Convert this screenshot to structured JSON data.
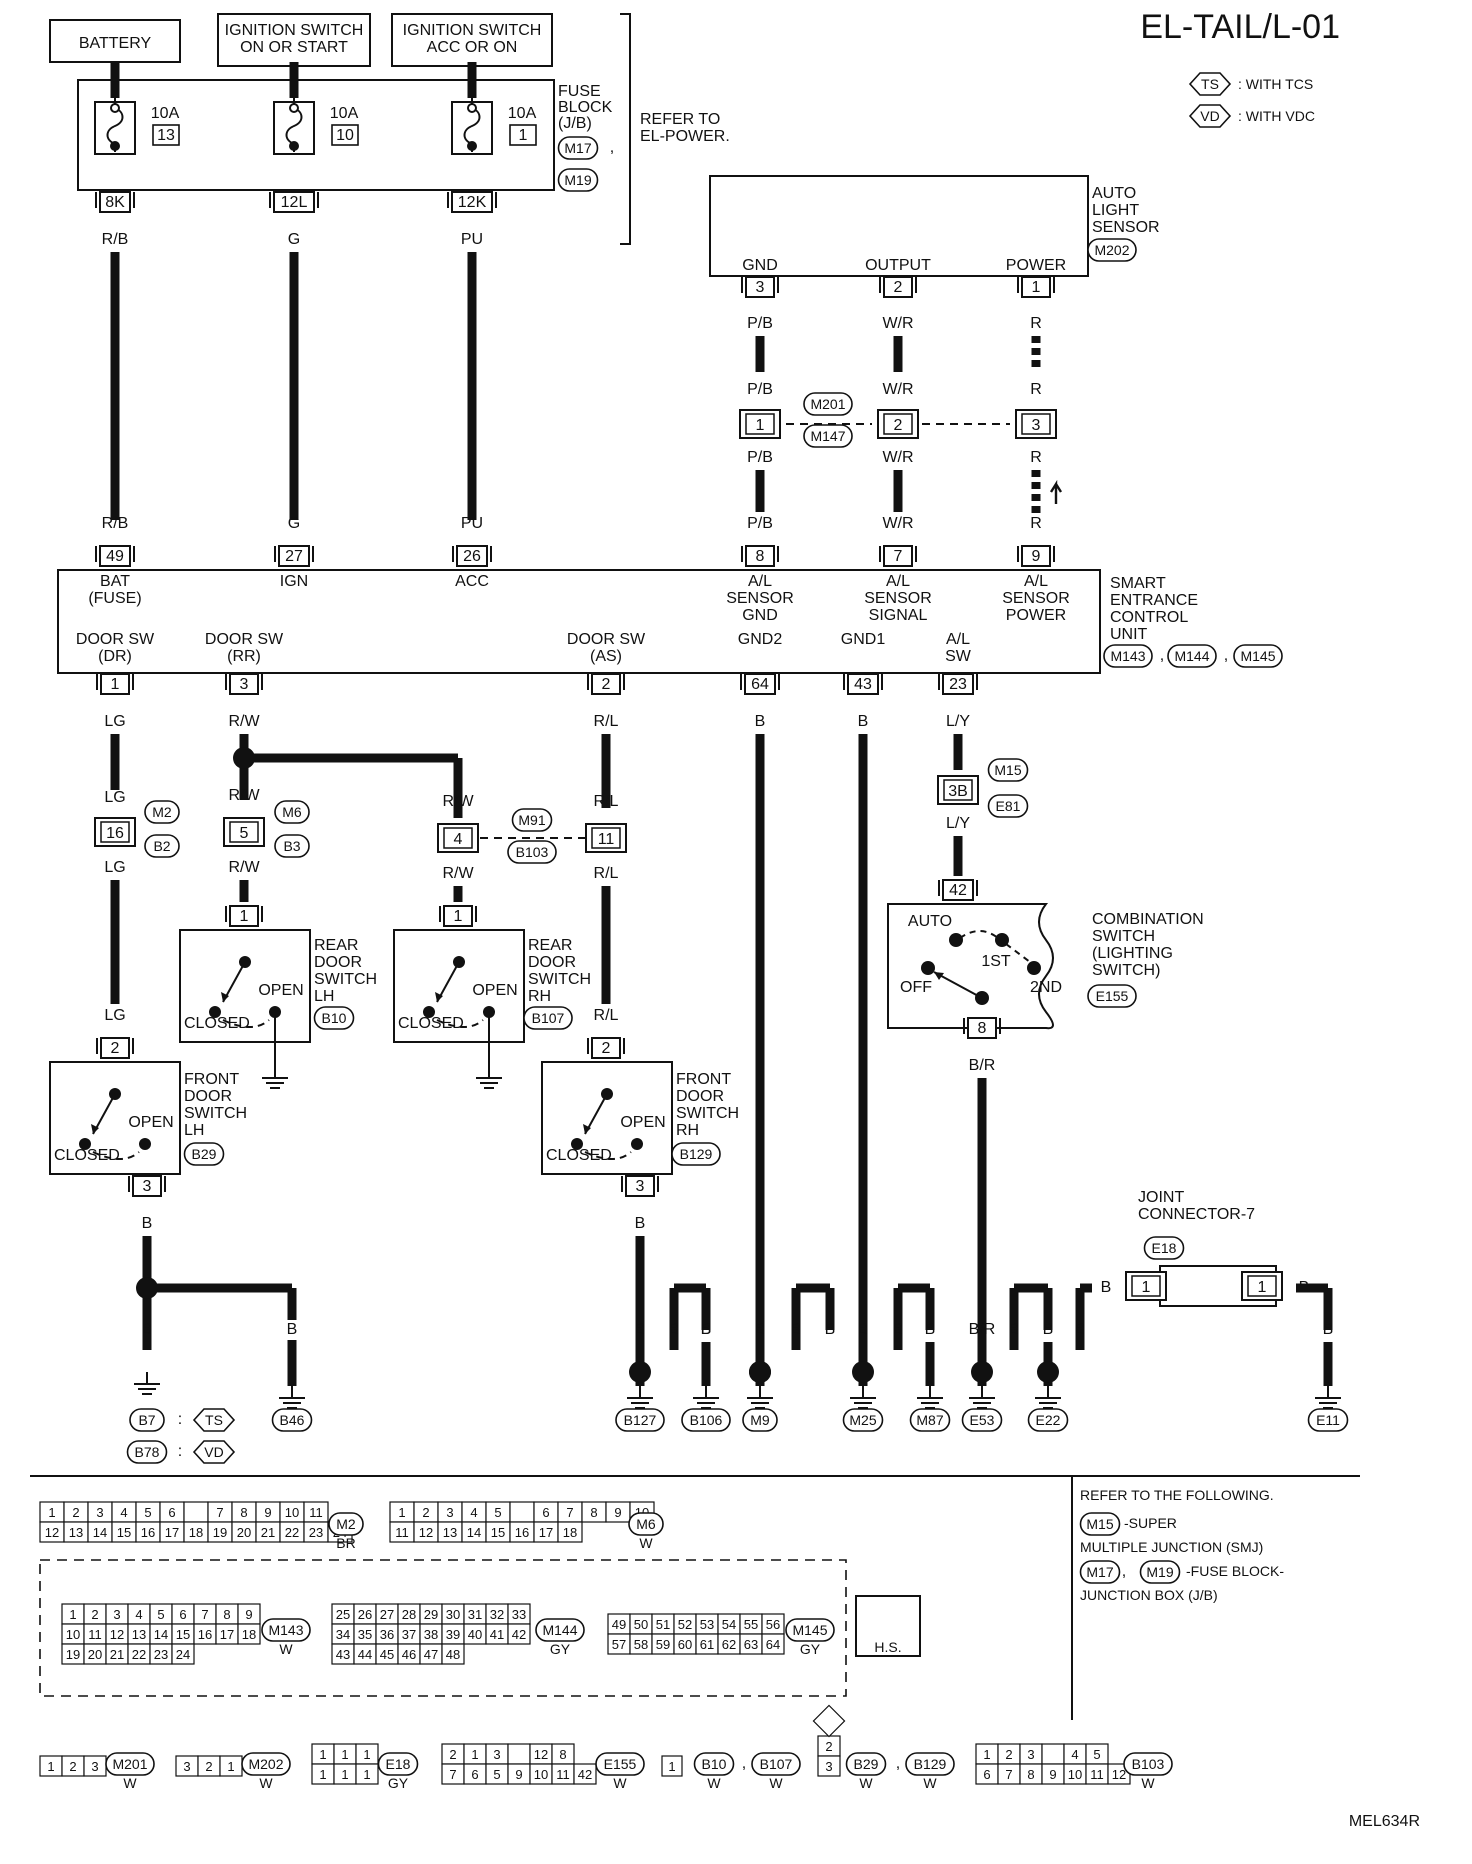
{
  "header": {
    "page_id": "EL-TAIL/L-01",
    "figure_id": "MEL634R"
  },
  "legend": [
    {
      "code": "TS",
      "text": ": WITH TCS"
    },
    {
      "code": "VD",
      "text": ": WITH VDC"
    }
  ],
  "sources": {
    "battery": "BATTERY",
    "ign_on_start": [
      "IGNITION SWITCH",
      "ON OR START"
    ],
    "ign_acc_on": [
      "IGNITION SWITCH",
      "ACC OR ON"
    ]
  },
  "fuse_block": {
    "name": [
      "FUSE",
      "BLOCK",
      "(J/B)"
    ],
    "connectors": [
      "M17",
      "M19"
    ],
    "refer": [
      "REFER TO",
      "EL-POWER."
    ],
    "fuses": [
      {
        "amps": "10A",
        "no": "13",
        "term": "8K",
        "wire": "R/B"
      },
      {
        "amps": "10A",
        "no": "10",
        "term": "12L",
        "wire": "G"
      },
      {
        "amps": "10A",
        "no": "1",
        "term": "12K",
        "wire": "PU"
      }
    ]
  },
  "auto_light_sensor": {
    "name": [
      "AUTO",
      "LIGHT",
      "SENSOR"
    ],
    "connector": "M202",
    "pins": [
      {
        "label": "GND",
        "no": "3",
        "wire": "P/B"
      },
      {
        "label": "OUTPUT",
        "no": "2",
        "wire": "W/R"
      },
      {
        "label": "POWER",
        "no": "1",
        "wire": "R"
      }
    ]
  },
  "inline_m201": {
    "connectors": [
      "M201",
      "M147"
    ],
    "pins": [
      "1",
      "2",
      "3"
    ],
    "wires": [
      "P/B",
      "W/R",
      "R"
    ]
  },
  "secu": {
    "name": [
      "SMART",
      "ENTRANCE",
      "CONTROL",
      "UNIT"
    ],
    "connectors": [
      "M143",
      "M144",
      "M145"
    ],
    "top_pins": [
      {
        "no": "49",
        "wire": "R/B",
        "label": [
          "BAT",
          "(FUSE)"
        ]
      },
      {
        "no": "27",
        "wire": "G",
        "label": [
          "IGN"
        ]
      },
      {
        "no": "26",
        "wire": "PU",
        "label": [
          "ACC"
        ]
      },
      {
        "no": "8",
        "wire": "P/B",
        "label": [
          "A/L",
          "SENSOR",
          "GND"
        ]
      },
      {
        "no": "7",
        "wire": "W/R",
        "label": [
          "A/L",
          "SENSOR",
          "SIGNAL"
        ]
      },
      {
        "no": "9",
        "wire": "R",
        "label": [
          "A/L",
          "SENSOR",
          "POWER"
        ]
      }
    ],
    "bottom_pins": [
      {
        "no": "1",
        "wire": "LG",
        "label": [
          "DOOR SW",
          "(DR)"
        ]
      },
      {
        "no": "3",
        "wire": "R/W",
        "label": [
          "DOOR SW",
          "(RR)"
        ]
      },
      {
        "no": "2",
        "wire": "R/L",
        "label": [
          "DOOR SW",
          "(AS)"
        ]
      },
      {
        "no": "64",
        "wire": "B",
        "label": [
          "GND2"
        ]
      },
      {
        "no": "43",
        "wire": "B",
        "label": [
          "GND1"
        ]
      },
      {
        "no": "23",
        "wire": "L/Y",
        "label": [
          "A/L",
          "SW"
        ]
      }
    ]
  },
  "inline": {
    "m2": {
      "pin": "16",
      "connectors": [
        "M2",
        "B2"
      ],
      "wire_top": "LG",
      "wire_bottom": "LG"
    },
    "m6": {
      "pin": "5",
      "connectors": [
        "M6",
        "B3"
      ],
      "wire_top": "R/W",
      "wire_bottom": "R/W"
    },
    "m91": {
      "pins": [
        "4",
        "11"
      ],
      "connectors": [
        "M91",
        "B103"
      ],
      "wires_top": [
        "R/W",
        "R/L"
      ],
      "wires_bottom": [
        "R/W",
        "R/L"
      ]
    },
    "m15": {
      "pin": "3B",
      "connectors": [
        "M15",
        "E81"
      ],
      "wire": "L/Y"
    }
  },
  "switches": {
    "rear_lh": {
      "name": [
        "REAR",
        "DOOR",
        "SWITCH",
        "LH"
      ],
      "connector": "B10",
      "pin": "1",
      "open": "OPEN",
      "closed": "CLOSED"
    },
    "rear_rh": {
      "name": [
        "REAR",
        "DOOR",
        "SWITCH",
        "RH"
      ],
      "connector": "B107",
      "pin": "1",
      "open": "OPEN",
      "closed": "CLOSED"
    },
    "front_lh": {
      "name": [
        "FRONT",
        "DOOR",
        "SWITCH",
        "LH"
      ],
      "connector": "B29",
      "pin_top": "2",
      "pin_bottom": "3",
      "wire_top": "LG",
      "wire_bottom": "B",
      "open": "OPEN",
      "closed": "CLOSED"
    },
    "front_rh": {
      "name": [
        "FRONT",
        "DOOR",
        "SWITCH",
        "RH"
      ],
      "connector": "B129",
      "pin_top": "2",
      "pin_bottom": "3",
      "wire_top": "R/L",
      "wire_bottom": "B",
      "open": "OPEN",
      "closed": "CLOSED"
    }
  },
  "combination_switch": {
    "name": [
      "COMBINATION",
      "SWITCH",
      "(LIGHTING",
      "SWITCH)"
    ],
    "connector": "E155",
    "pin_top": "42",
    "pin_bottom": "8",
    "wire_bottom": "B/R",
    "positions": [
      "AUTO",
      "1ST",
      "OFF",
      "2ND"
    ]
  },
  "joint_connector": {
    "name": [
      "JOINT",
      "CONNECTOR-7"
    ],
    "connector": "E18",
    "pins": [
      "1",
      "1"
    ],
    "wires": [
      "B",
      "B"
    ]
  },
  "grounds": {
    "left": [
      {
        "wire": "B",
        "connector": "B7",
        "cond": "TS"
      },
      {
        "wire": "",
        "connector": "B78",
        "cond": "VD"
      },
      {
        "wire": "B",
        "connector": "B46"
      }
    ],
    "right": [
      {
        "wire": "B",
        "connector": "B127"
      },
      {
        "wire": "B",
        "connector": "B106"
      },
      {
        "wire": "B",
        "connector": "M9"
      },
      {
        "wire": "B",
        "connector": "M25"
      },
      {
        "wire": "B",
        "connector": "M87"
      },
      {
        "wire": "B/R",
        "connector": "E53"
      },
      {
        "wire": "B",
        "connector": "E22"
      },
      {
        "wire": "B",
        "connector": "E11"
      }
    ],
    "extra_wires": [
      "B",
      "B",
      "B",
      "B",
      "B",
      "B",
      "B"
    ]
  },
  "notes": {
    "refer": [
      "REFER TO THE FOLLOWING.",
      "-SUPER",
      "MULTIPLE JUNCTION (SMJ)",
      "-FUSE BLOCK-",
      "JUNCTION BOX (J/B)"
    ],
    "refer_connectors": [
      "M15",
      "M17",
      "M19"
    ],
    "hs": "H.S."
  },
  "connector_faces": [
    {
      "name": "M2",
      "color": "BR",
      "rows": [
        [
          "1",
          "2",
          "3",
          "4",
          "5",
          "6",
          "",
          "7",
          "8",
          "9",
          "10",
          "11"
        ],
        [
          "12",
          "13",
          "14",
          "15",
          "16",
          "17",
          "18",
          "19",
          "20",
          "21",
          "22",
          "23",
          "24"
        ]
      ]
    },
    {
      "name": "M6",
      "color": "W",
      "rows": [
        [
          "1",
          "2",
          "3",
          "4",
          "5",
          "",
          "6",
          "7",
          "8",
          "9",
          "10"
        ],
        [
          "11",
          "12",
          "13",
          "14",
          "15",
          "16",
          "17",
          "18"
        ]
      ]
    },
    {
      "name": "M143",
      "color": "W",
      "rows": [
        [
          "1",
          "2",
          "3",
          "4",
          "5",
          "6",
          "7",
          "8",
          "9"
        ],
        [
          "10",
          "11",
          "12",
          "13",
          "14",
          "15",
          "16",
          "17",
          "18"
        ],
        [
          "19",
          "20",
          "21",
          "22",
          "23",
          "24"
        ]
      ]
    },
    {
      "name": "M144",
      "color": "GY",
      "rows": [
        [
          "25",
          "26",
          "27",
          "28",
          "29",
          "30",
          "31",
          "32",
          "33"
        ],
        [
          "34",
          "35",
          "36",
          "37",
          "38",
          "39",
          "40",
          "41",
          "42"
        ],
        [
          "43",
          "44",
          "45",
          "46",
          "47",
          "48"
        ]
      ]
    },
    {
      "name": "M145",
      "color": "GY",
      "rows": [
        [
          "49",
          "50",
          "51",
          "52",
          "53",
          "54",
          "55",
          "56"
        ],
        [
          "57",
          "58",
          "59",
          "60",
          "61",
          "62",
          "63",
          "64"
        ]
      ]
    },
    {
      "name": "M201",
      "color": "W",
      "rows": [
        [
          "1",
          "2",
          "3"
        ]
      ]
    },
    {
      "name": "M202",
      "color": "W",
      "rows": [
        [
          "3",
          "2",
          "1"
        ]
      ]
    },
    {
      "name": "E18",
      "color": "GY",
      "rows": [
        [
          "1",
          "1",
          "1"
        ],
        [
          "1",
          "1",
          "1"
        ]
      ]
    },
    {
      "name": "E155",
      "color": "W",
      "rows": [
        [
          "2",
          "1",
          "3",
          "",
          "12",
          "8"
        ],
        [
          "7",
          "6",
          "5",
          "9",
          "10",
          "11",
          "42"
        ]
      ]
    },
    {
      "name": "B10",
      "color": "W",
      "rows": [
        [
          "1"
        ]
      ]
    },
    {
      "name": "B107",
      "color": "W",
      "rows": []
    },
    {
      "name": "B29",
      "color": "W",
      "rows": [
        [
          "2"
        ],
        [
          "3"
        ]
      ]
    },
    {
      "name": "B129",
      "color": "W",
      "rows": []
    },
    {
      "name": "B103",
      "color": "W",
      "rows": [
        [
          "1",
          "2",
          "3",
          "",
          "4",
          "5"
        ],
        [
          "6",
          "7",
          "8",
          "9",
          "10",
          "11",
          "12"
        ]
      ]
    }
  ]
}
